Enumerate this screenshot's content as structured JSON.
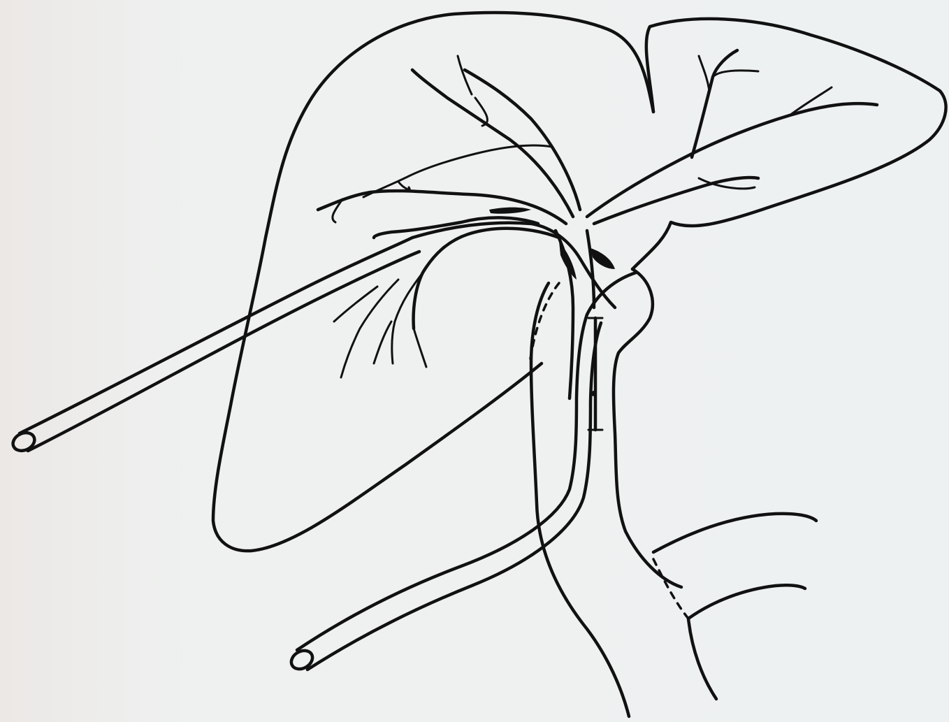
{
  "figure": {
    "background_color": "#eef1f0",
    "ink_color": "#111111",
    "parts": [
      "liver-outline",
      "bile-duct-tree",
      "transhepatic-drainage-tube",
      "endoscopic-drainage-tube",
      "common-bile-duct",
      "duodenum"
    ]
  }
}
